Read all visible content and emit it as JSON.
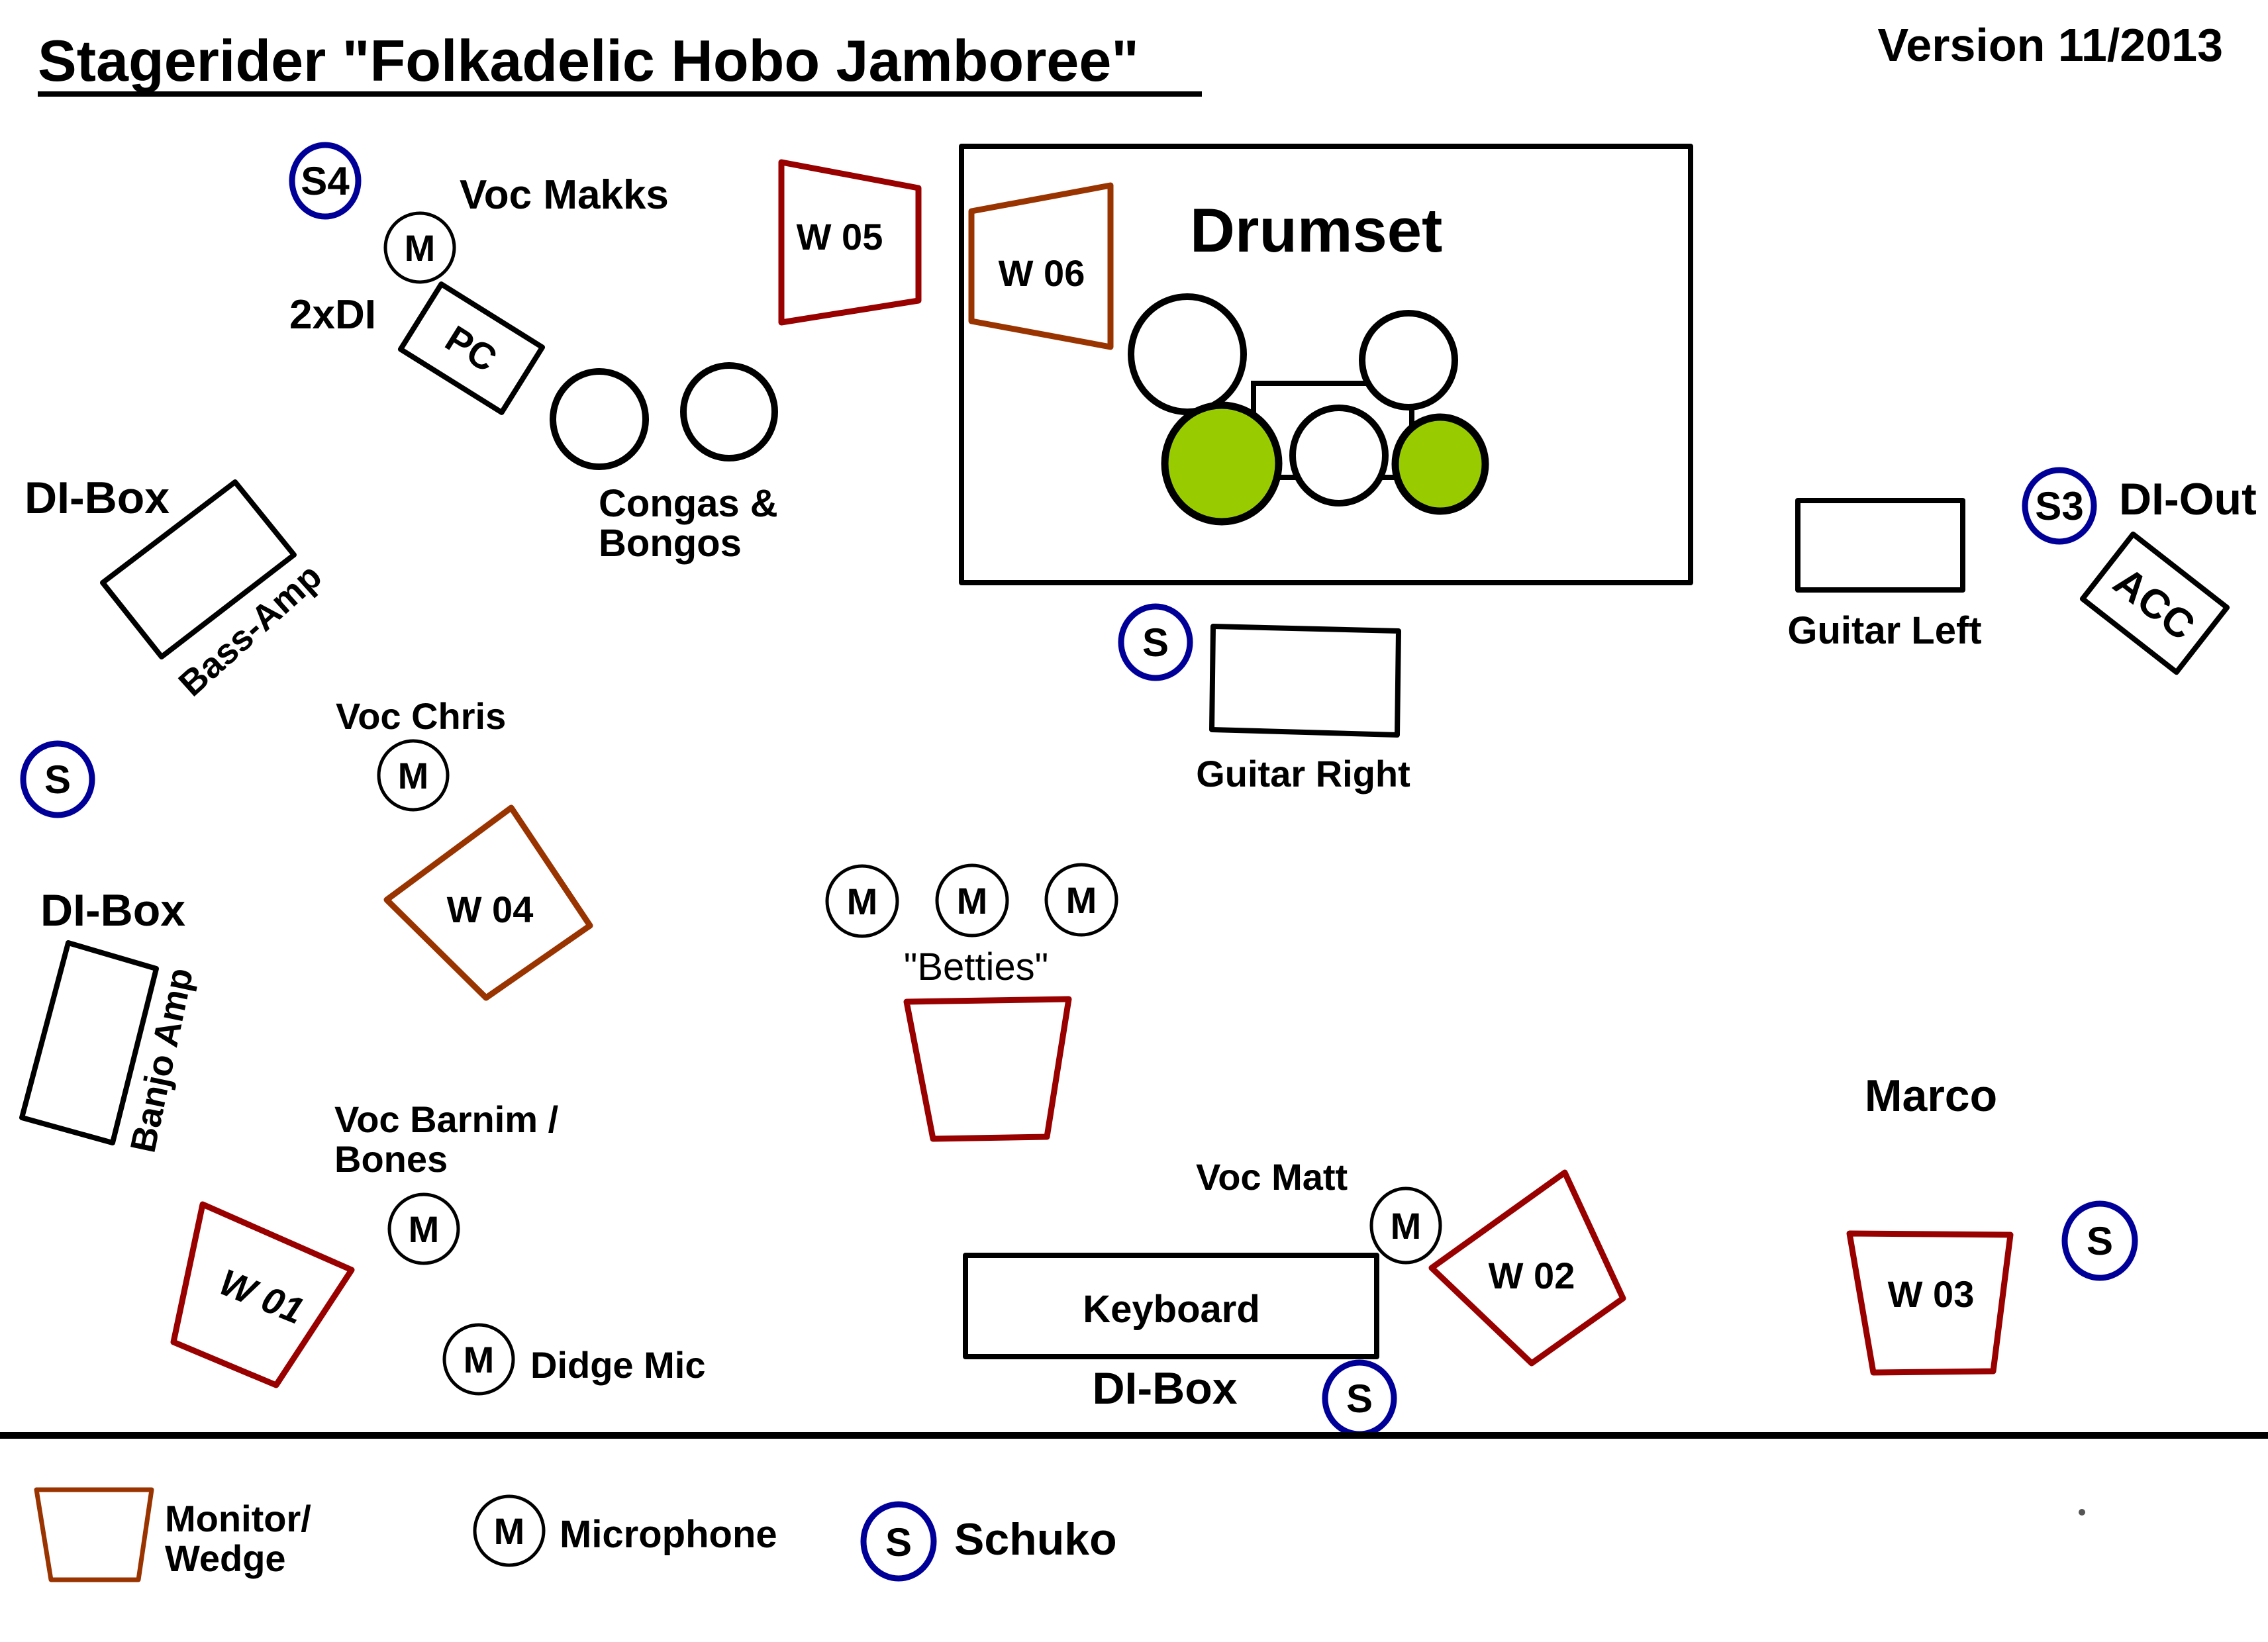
{
  "header": {
    "title": "Stagerider \"Folkadelic Hobo Jamboree\"",
    "version": "Version 11/2013"
  },
  "colors": {
    "wedge_red": "#990000",
    "wedge_brown": "#993300",
    "schuko_blue": "#000099",
    "drum_green": "#99cc00"
  },
  "stage": {
    "drumset": {
      "label": "Drumset"
    },
    "wedges": {
      "w01": "W 01",
      "w02": "W 02",
      "w03": "W 03",
      "w04": "W 04",
      "w05": "W 05",
      "w06": "W 06"
    },
    "labels": {
      "voc_makks": "Voc Makks",
      "two_di": "2xDI",
      "pc": "PC",
      "congas_line1": "Congas &",
      "congas_line2": "Bongos",
      "di_box_bass": "DI-Box",
      "bass_amp": "Bass-Amp",
      "voc_chris": "Voc Chris",
      "di_box_banjo": "DI-Box",
      "banjo_amp": "Banjo Amp",
      "voc_barnim_line1": "Voc Barnim /",
      "voc_barnim_line2": "Bones",
      "didge_mic": "Didge Mic",
      "betties": "\"Betties\"",
      "guitar_right": "Guitar Right",
      "guitar_left": "Guitar Left",
      "di_out": "DI-Out",
      "acc": "ACC",
      "voc_matt": "Voc Matt",
      "keyboard": "Keyboard",
      "di_box_keys": "DI-Box",
      "marco": "Marco"
    },
    "symbols": {
      "mic": "M",
      "schuko": "S",
      "schuko_s3": "S3",
      "schuko_s4": "S4"
    }
  },
  "legend": {
    "monitor_line1": "Monitor/",
    "monitor_line2": "Wedge",
    "mic_symbol": "M",
    "microphone": "Microphone",
    "schuko_symbol": "S",
    "schuko": "Schuko"
  }
}
